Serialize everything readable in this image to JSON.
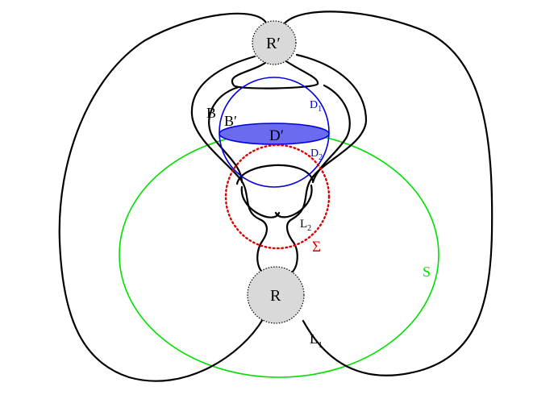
{
  "colors": {
    "background": "#ffffff",
    "link": "#000000",
    "sphere_S": "#00e000",
    "sphere_Sigma": "#e00000",
    "disks": "#0000e0",
    "disk_fill": "#6b6bf0",
    "ball_fill": "#d9d9d9"
  },
  "labels": {
    "R_prime": "R′",
    "R": "R",
    "B": "B",
    "B_prime": "B′",
    "D_prime": "D′",
    "D1_base": "D",
    "D1_sub": "1",
    "D2_base": "D",
    "D2_sub": "2",
    "L2_base": "L",
    "L2_sub": "2",
    "L1_base": "L",
    "L1_sub": "1",
    "Sigma": "Σ",
    "S": "S"
  }
}
